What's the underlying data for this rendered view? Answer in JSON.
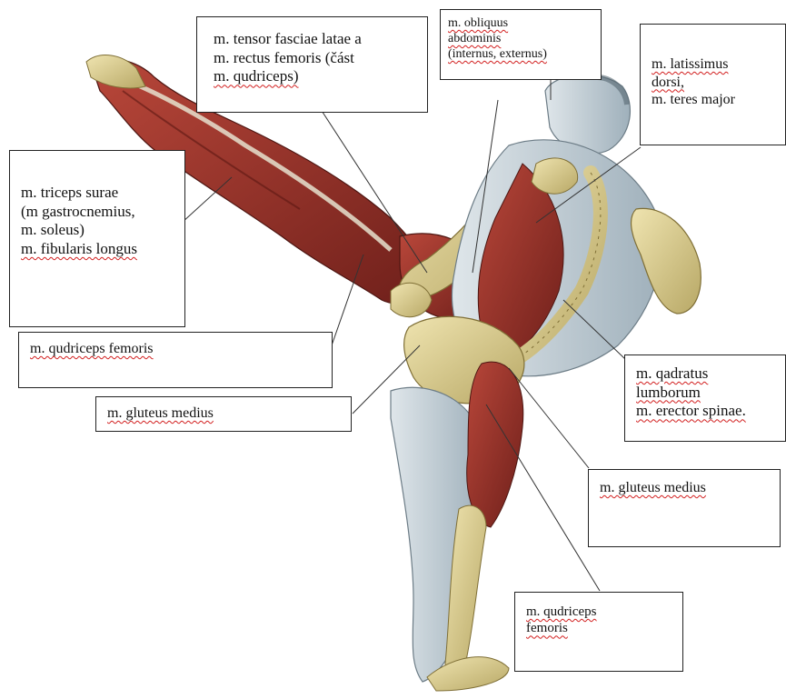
{
  "labels": {
    "tensor": {
      "lines": [
        "m. tensor fasciae latae a",
        "m. rectus femoris (část",
        "m. qudriceps)"
      ]
    },
    "obliquus": {
      "lines": [
        "m. obliquus",
        "abdominis",
        "(internus, externus)"
      ]
    },
    "latissimus": {
      "lines": [
        "m. latissimus",
        "dorsi,",
        "m. teres major"
      ]
    },
    "triceps": {
      "lines": [
        "m. triceps surae",
        "(m gastrocnemius,",
        "m. soleus)",
        "m. fibularis longus"
      ]
    },
    "quadriceps_left": {
      "lines": [
        "m. qudriceps femoris"
      ]
    },
    "gluteus_left": {
      "lines": [
        "m. gluteus medius"
      ]
    },
    "quadratus": {
      "lines": [
        "m. qadratus",
        "lumborum",
        "m. erector spinae."
      ]
    },
    "gluteus_right": {
      "lines": [
        "m. gluteus medius"
      ]
    },
    "quadriceps_bottom": {
      "lines": [
        "m. qudriceps",
        "femoris"
      ]
    }
  },
  "colors": {
    "muscle": "#a8372c",
    "muscle_dark": "#6e1f1a",
    "bone": "#d9c98a",
    "skin": "#c8d3da",
    "tendon": "#e6e2cf"
  }
}
